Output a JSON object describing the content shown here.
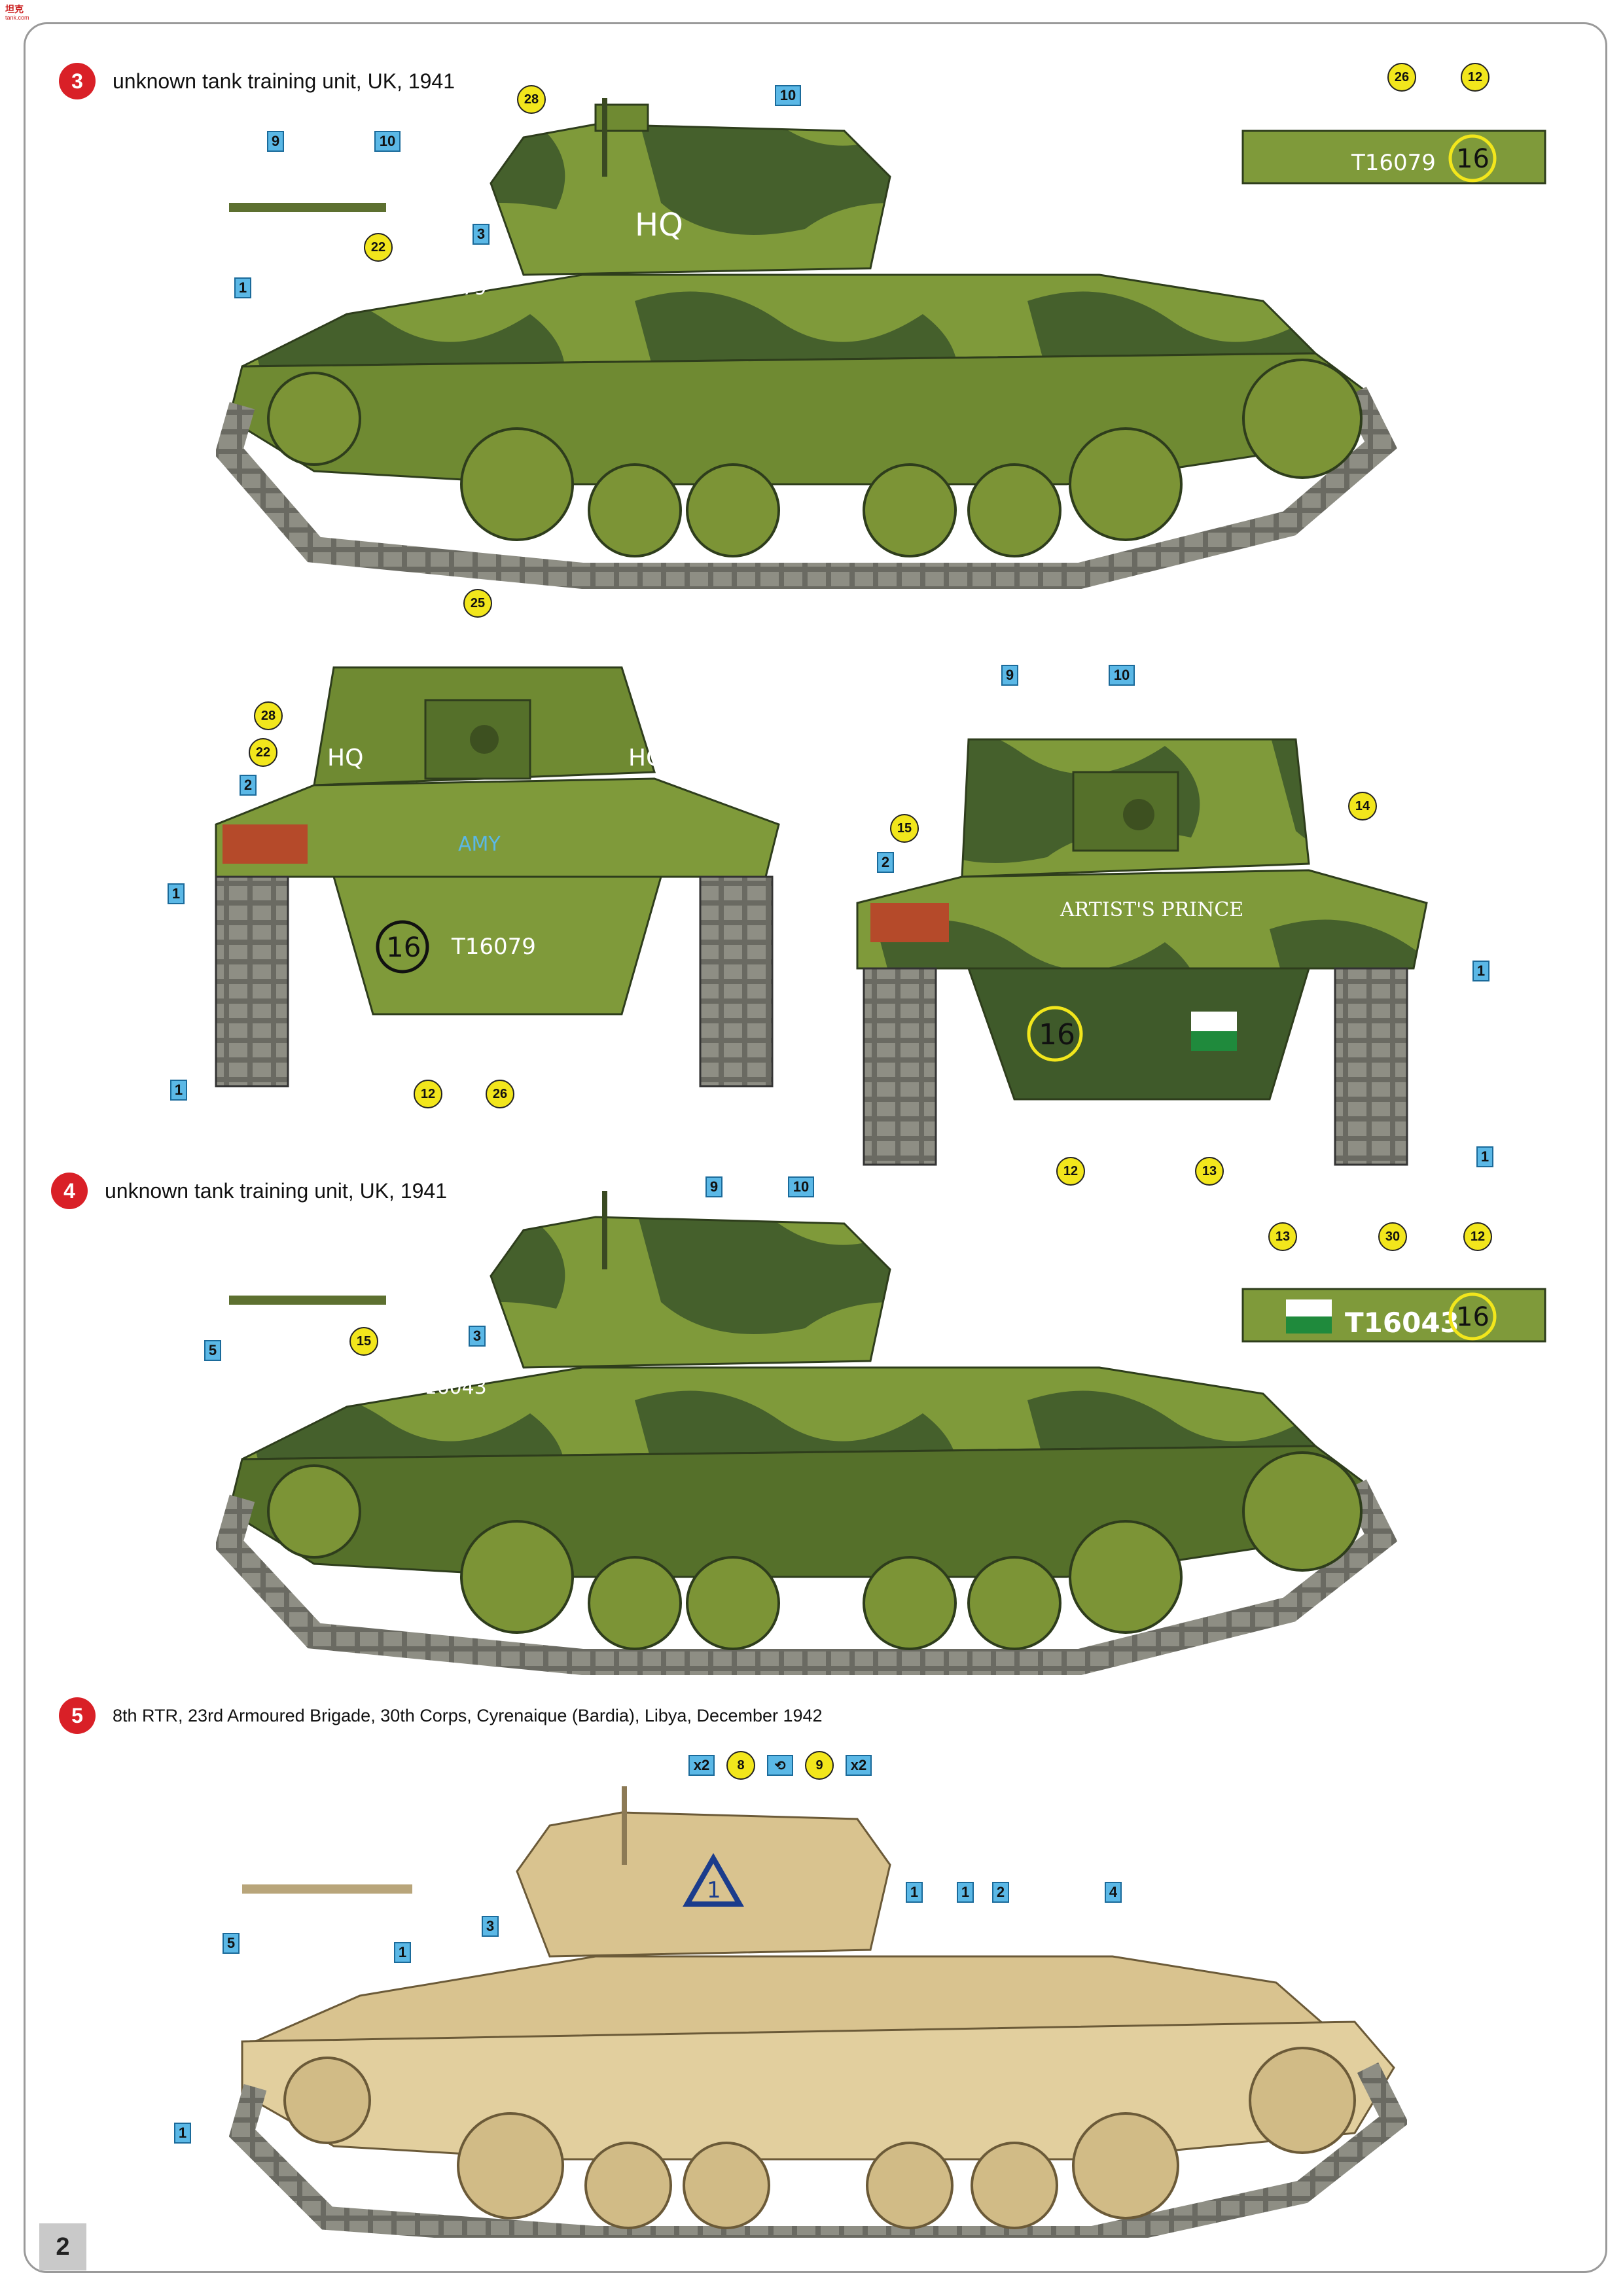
{
  "header": {
    "logo_text": "坦克",
    "logo_sub": "tank.com"
  },
  "page_number": "2",
  "sections": [
    {
      "number": "3",
      "title": "unknown tank training unit, UK, 1941"
    },
    {
      "number": "4",
      "title": "unknown tank training unit, UK, 1941"
    },
    {
      "number": "5",
      "title": "8th RTR, 23rd Armoured Brigade, 30th Corps, Cyrenaique (Bardia), Libya, December 1942"
    }
  ],
  "markings": {
    "tank3_plate": "T16079",
    "tank3_hull_reg": "T16079",
    "tank3_turret": "HQ",
    "tank3_number": "16",
    "front_name": "AMY",
    "front_reg": "T16079",
    "front_number": "16",
    "rear_name": "ARTIST'S PRINCE",
    "rear_number": "16",
    "tank4_hull_reg": "T16043",
    "tank4_plate": "T16043",
    "tank4_number": "16",
    "tank5_triangle": "1",
    "tank5_x2a": "x2",
    "tank5_x2b": "x2"
  },
  "callouts": {
    "s3": [
      "28",
      "10",
      "9",
      "10",
      "22",
      "3",
      "1",
      "26",
      "12"
    ],
    "front": [
      "25",
      "28",
      "22",
      "2",
      "1",
      "1",
      "12",
      "26"
    ],
    "rear": [
      "9",
      "10",
      "15",
      "14",
      "2",
      "1",
      "1",
      "12",
      "13"
    ],
    "s4": [
      "9",
      "10",
      "5",
      "15",
      "3",
      "13",
      "30",
      "12"
    ],
    "s5": [
      "8",
      "9",
      "5",
      "3",
      "1",
      "1",
      "1",
      "2",
      "4",
      "1"
    ]
  },
  "colors": {
    "accent_red": "#d92027",
    "callout_blue": "#5bb8e6",
    "callout_yellow": "#f2e61c",
    "camo_light": "#7f9a3a",
    "camo_dark": "#3f5a2a",
    "desert": "#d9c38f"
  }
}
